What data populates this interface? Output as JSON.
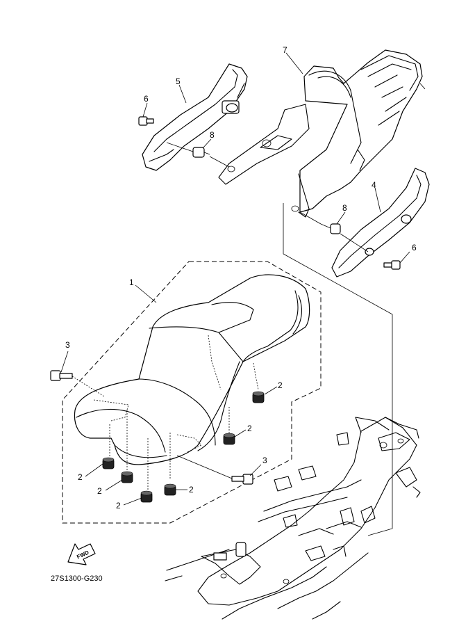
{
  "diagram_code": "27S1300-G230",
  "fwd_label": "FWD",
  "callouts": {
    "c1": "1",
    "c2a": "2",
    "c2b": "2",
    "c2c": "2",
    "c2d": "2",
    "c2e": "2",
    "c2f": "2",
    "c3a": "3",
    "c3b": "3",
    "c4": "4",
    "c5": "5",
    "c6a": "6",
    "c6b": "6",
    "c7": "7",
    "c8a": "8",
    "c8b": "8"
  }
}
